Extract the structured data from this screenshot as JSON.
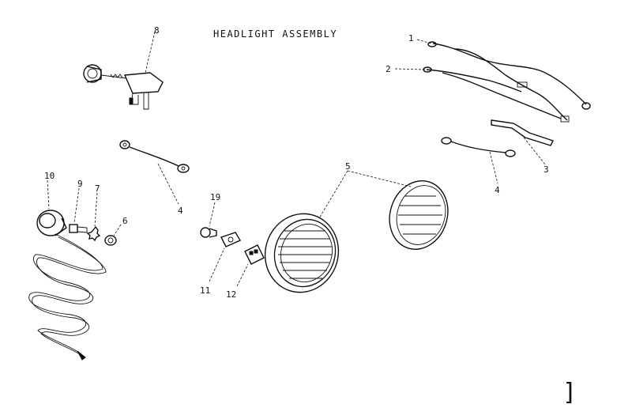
{
  "diagram": {
    "title": "HEADLIGHT ASSEMBLY",
    "parts": [
      {
        "id": "p1",
        "number": "1"
      },
      {
        "id": "p2",
        "number": "2"
      },
      {
        "id": "p3",
        "number": "3"
      },
      {
        "id": "p4a",
        "number": "4"
      },
      {
        "id": "p4b",
        "number": "4"
      },
      {
        "id": "p5",
        "number": "5"
      },
      {
        "id": "p6",
        "number": "6"
      },
      {
        "id": "p7",
        "number": "7"
      },
      {
        "id": "p8",
        "number": "8"
      },
      {
        "id": "p9",
        "number": "9"
      },
      {
        "id": "p10",
        "number": "10"
      },
      {
        "id": "p11",
        "number": "11"
      },
      {
        "id": "p12",
        "number": "12"
      },
      {
        "id": "p19",
        "number": "19"
      }
    ],
    "page_mark": "]"
  }
}
